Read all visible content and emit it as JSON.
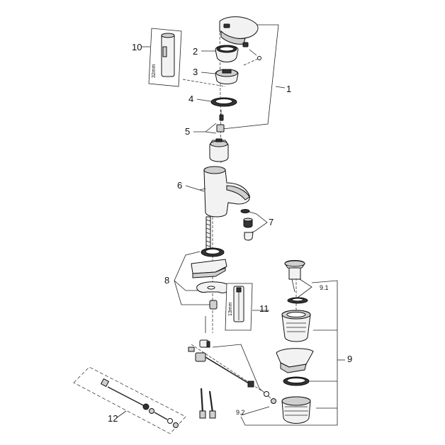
{
  "labels": {
    "l1": "1",
    "l2": "2",
    "l3": "3",
    "l4": "4",
    "l5": "5",
    "l6": "6",
    "l7": "7",
    "l8": "8",
    "l9": "9",
    "l9_1": "9.1",
    "l9_2": "9.2",
    "l10": "10",
    "l11": "11",
    "l12": "12"
  },
  "dimensions": {
    "tool10": "32mm",
    "tool11": "13mm"
  }
}
